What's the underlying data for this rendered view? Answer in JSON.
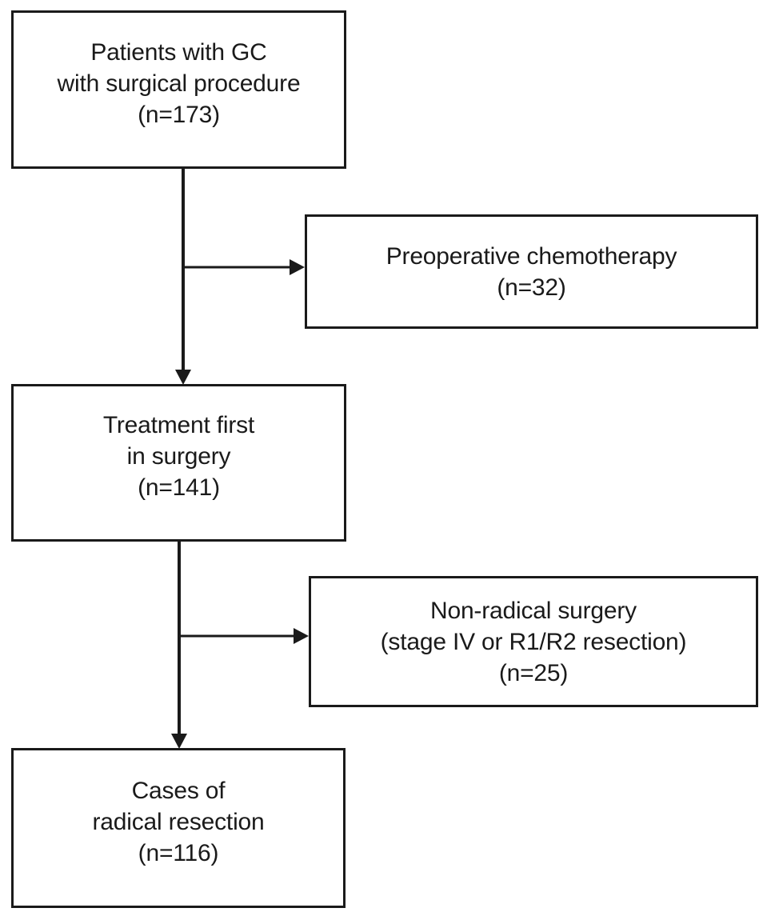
{
  "figure": {
    "type": "flowchart",
    "orientation": "vertical-with-side-branches",
    "background_color": "#ffffff",
    "line_color": "#1a1a1a",
    "text_color": "#1a1a1a"
  },
  "nodes": {
    "patients": {
      "id": "patients-with-gc",
      "lines": [
        "Patients with GC",
        "with surgical procedure",
        "(n=173)"
      ],
      "line1": "Patients with GC",
      "line2": "with surgical procedure",
      "line3": "(n=173)",
      "count": 173,
      "column": "main"
    },
    "preop_chemo": {
      "id": "preoperative-chemotherapy",
      "lines": [
        "Preoperative chemotherapy",
        "(n=32)"
      ],
      "line1": "Preoperative chemotherapy",
      "line2": "(n=32)",
      "count": 32,
      "column": "side"
    },
    "treatment_first": {
      "id": "treatment-first-in-surgery",
      "lines": [
        "Treatment first",
        "in surgery",
        "(n=141)"
      ],
      "line1": "Treatment first",
      "line2": "in surgery",
      "line3": "(n=141)",
      "count": 141,
      "column": "main"
    },
    "non_radical": {
      "id": "non-radical-surgery",
      "lines": [
        "Non-radical surgery",
        "(stage IV or R1/R2 resection)",
        "(n=25)"
      ],
      "line1": "Non-radical surgery",
      "line2": "(stage IV or R1/R2 resection)",
      "line3": "(n=25)",
      "count": 25,
      "column": "side"
    },
    "radical_resection": {
      "id": "cases-of-radical-resection",
      "lines": [
        "Cases of",
        "radical resection",
        "(n=116)"
      ],
      "line1": "Cases of",
      "line2": "radical resection",
      "line3": "(n=116)",
      "count": 116,
      "column": "main"
    }
  },
  "connectors": [
    {
      "name": "patients-to-treatment-first",
      "from": "patients",
      "to": "treatment_first",
      "direction": "down",
      "arrowhead": "down-triangle"
    },
    {
      "name": "patients-to-preop-chemo",
      "from": "patients",
      "to": "preop_chemo",
      "direction": "right",
      "arrowhead": "right-triangle"
    },
    {
      "name": "treatment-first-to-radical-resection",
      "from": "treatment_first",
      "to": "radical_resection",
      "direction": "down",
      "arrowhead": "down-triangle"
    },
    {
      "name": "treatment-first-to-non-radical",
      "from": "treatment_first",
      "to": "non_radical",
      "direction": "right",
      "arrowhead": "right-triangle"
    }
  ]
}
